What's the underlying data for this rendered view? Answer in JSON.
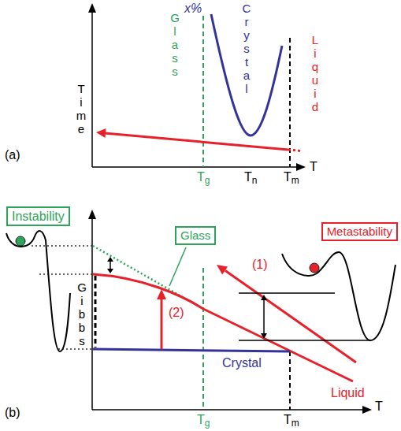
{
  "diagram": {
    "nodes": [
      {
        "text": [
          "Instability"
        ]
      },
      {
        "text": [
          "Glass"
        ]
      },
      {
        "text": [
          "Metastability"
        ]
      }
    ],
    "labels": [
      "Glass",
      "x%",
      "Crystal",
      "Liquid",
      "Time",
      "(a)",
      "Tg",
      "Tn",
      "Tm",
      "T",
      "Gibbs",
      "(1)",
      "(2)",
      "Crystal",
      "Liquid",
      "(b)",
      "Tg",
      "Tm",
      "T"
    ]
  }
}
